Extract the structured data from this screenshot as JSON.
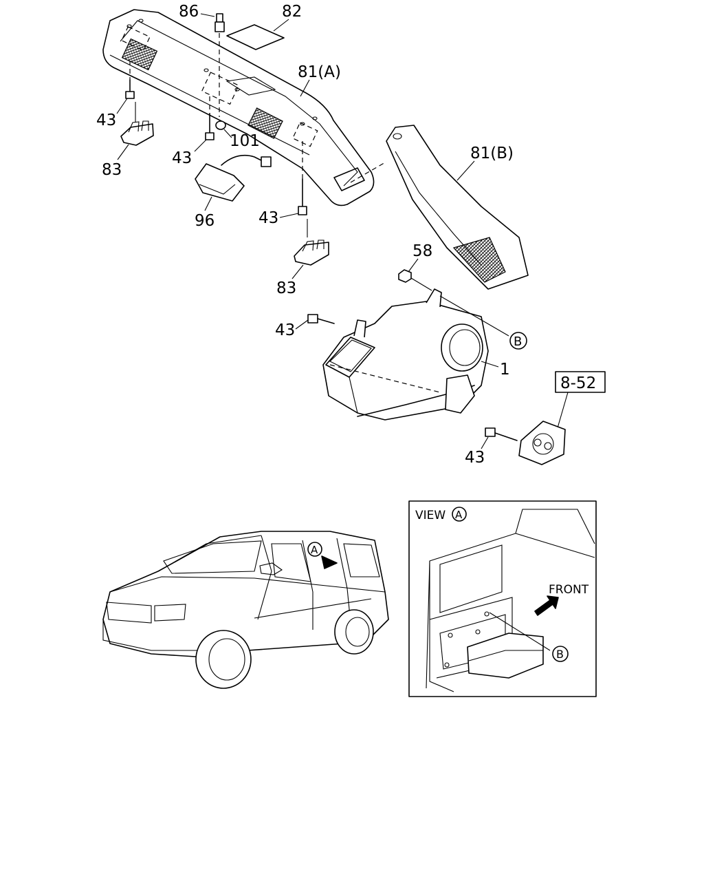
{
  "callouts": {
    "c86": "86",
    "c82": "82",
    "c81a": "81(A)",
    "c43a": "43",
    "c101": "101",
    "c43b": "43",
    "c83a": "83",
    "c96": "96",
    "c81b": "81(B)",
    "c43c": "43",
    "c83b": "83",
    "c58": "58",
    "c43d": "43",
    "cB1": "B",
    "c1": "1",
    "c852": "8-52",
    "c43e": "43"
  },
  "vehicle": {
    "marker": "A"
  },
  "view_panel": {
    "title": "VIEW",
    "marker": "A",
    "front_label": "FRONT",
    "callout_b": "B"
  }
}
